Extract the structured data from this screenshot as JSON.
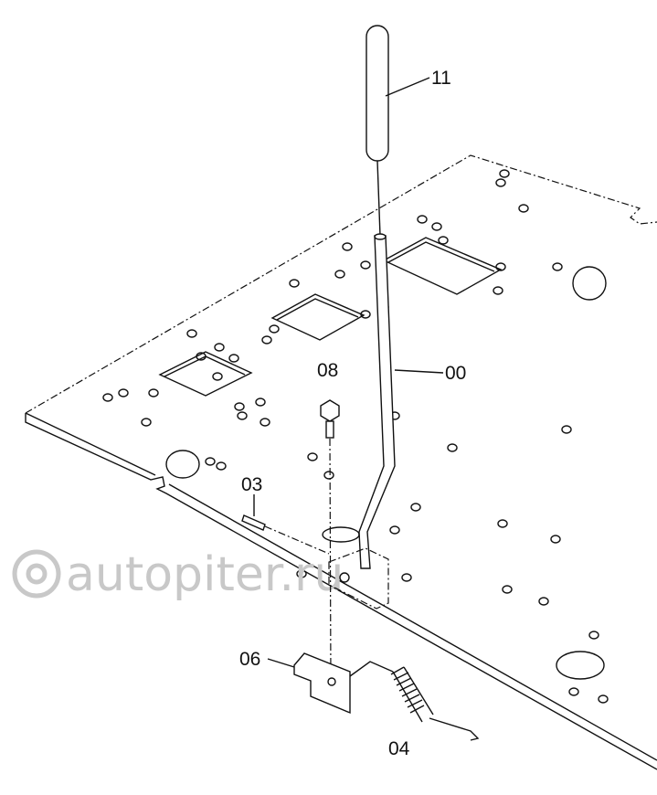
{
  "diagram": {
    "labels": {
      "handle_grip": "11",
      "lever": "00",
      "bolt": "08",
      "pin": "03",
      "bracket": "06",
      "spring": "04"
    },
    "watermark": "autopiter.ru"
  }
}
